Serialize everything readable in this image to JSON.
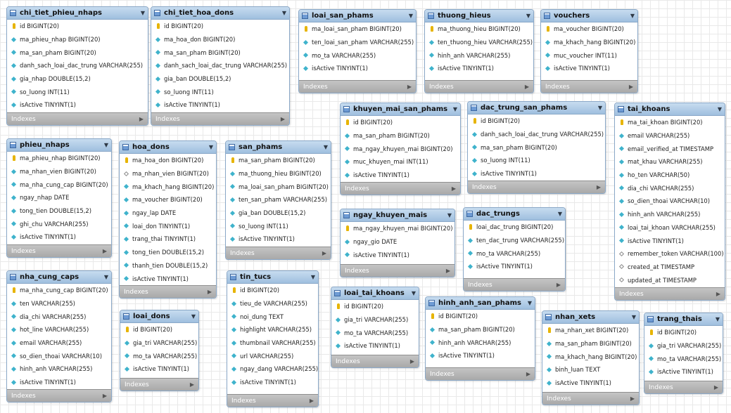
{
  "indexes_label": "Indexes",
  "tables": [
    {
      "name": "chi_tiet_phieu_nhaps",
      "columns": [
        {
          "text": "id BIGINT(20)",
          "icon": "primary-key"
        },
        {
          "text": "ma_phieu_nhap BIGINT(20)",
          "icon": "column"
        },
        {
          "text": "ma_san_pham BIGINT(20)",
          "icon": "column"
        },
        {
          "text": "danh_sach_loai_dac_trung VARCHAR(255)",
          "icon": "column"
        },
        {
          "text": "gia_nhap DOUBLE(15,2)",
          "icon": "column"
        },
        {
          "text": "so_luong INT(11)",
          "icon": "column"
        },
        {
          "text": "isActive TINYINT(1)",
          "icon": "column"
        }
      ]
    },
    {
      "name": "chi_tiet_hoa_dons",
      "columns": [
        {
          "text": "id BIGINT(20)",
          "icon": "primary-key"
        },
        {
          "text": "ma_hoa_don BIGINT(20)",
          "icon": "column"
        },
        {
          "text": "ma_san_pham BIGINT(20)",
          "icon": "column"
        },
        {
          "text": "danh_sach_loai_dac_trung VARCHAR(255)",
          "icon": "column"
        },
        {
          "text": "gia_ban DOUBLE(15,2)",
          "icon": "column"
        },
        {
          "text": "so_luong INT(11)",
          "icon": "column"
        },
        {
          "text": "isActive TINYINT(1)",
          "icon": "column"
        }
      ]
    },
    {
      "name": "loai_san_phams",
      "columns": [
        {
          "text": "ma_loai_san_pham BIGINT(20)",
          "icon": "primary-key"
        },
        {
          "text": "ten_loai_san_pham VARCHAR(255)",
          "icon": "column"
        },
        {
          "text": "mo_ta VARCHAR(255)",
          "icon": "column"
        },
        {
          "text": "isActive TINYINT(1)",
          "icon": "column"
        }
      ]
    },
    {
      "name": "thuong_hieus",
      "columns": [
        {
          "text": "ma_thuong_hieu BIGINT(20)",
          "icon": "primary-key"
        },
        {
          "text": "ten_thuong_hieu VARCHAR(255)",
          "icon": "column"
        },
        {
          "text": "hinh_anh VARCHAR(255)",
          "icon": "column"
        },
        {
          "text": "isActive TINYINT(1)",
          "icon": "column"
        }
      ]
    },
    {
      "name": "vouchers",
      "columns": [
        {
          "text": "ma_voucher BIGINT(20)",
          "icon": "primary-key"
        },
        {
          "text": "ma_khach_hang BIGINT(20)",
          "icon": "column"
        },
        {
          "text": "muc_voucher INT(11)",
          "icon": "column"
        },
        {
          "text": "isActive TINYINT(1)",
          "icon": "column"
        }
      ]
    },
    {
      "name": "khuyen_mai_san_phams",
      "columns": [
        {
          "text": "id BIGINT(20)",
          "icon": "primary-key"
        },
        {
          "text": "ma_san_pham BIGINT(20)",
          "icon": "column"
        },
        {
          "text": "ma_ngay_khuyen_mai BIGINT(20)",
          "icon": "column"
        },
        {
          "text": "muc_khuyen_mai INT(11)",
          "icon": "column"
        },
        {
          "text": "isActive TINYINT(1)",
          "icon": "column"
        }
      ]
    },
    {
      "name": "dac_trung_san_phams",
      "columns": [
        {
          "text": "id BIGINT(20)",
          "icon": "primary-key"
        },
        {
          "text": "danh_sach_loai_dac_trung VARCHAR(255)",
          "icon": "column"
        },
        {
          "text": "ma_san_pham BIGINT(20)",
          "icon": "column"
        },
        {
          "text": "so_luong INT(11)",
          "icon": "column"
        },
        {
          "text": "isActive TINYINT(1)",
          "icon": "column"
        }
      ]
    },
    {
      "name": "tai_khoans",
      "columns": [
        {
          "text": "ma_tai_khoan BIGINT(20)",
          "icon": "primary-key"
        },
        {
          "text": "email VARCHAR(255)",
          "icon": "column"
        },
        {
          "text": "email_verified_at TIMESTAMP",
          "icon": "column"
        },
        {
          "text": "mat_khau VARCHAR(255)",
          "icon": "column"
        },
        {
          "text": "ho_ten VARCHAR(50)",
          "icon": "column"
        },
        {
          "text": "dia_chi VARCHAR(255)",
          "icon": "column"
        },
        {
          "text": "so_dien_thoai VARCHAR(10)",
          "icon": "column"
        },
        {
          "text": "hinh_anh VARCHAR(255)",
          "icon": "column"
        },
        {
          "text": "loai_tai_khoan VARCHAR(255)",
          "icon": "column"
        },
        {
          "text": "isActive TINYINT(1)",
          "icon": "column"
        },
        {
          "text": "remember_token VARCHAR(100)",
          "icon": "nullable"
        },
        {
          "text": "created_at TIMESTAMP",
          "icon": "nullable"
        },
        {
          "text": "updated_at TIMESTAMP",
          "icon": "nullable"
        }
      ]
    },
    {
      "name": "phieu_nhaps",
      "columns": [
        {
          "text": "ma_phieu_nhap BIGINT(20)",
          "icon": "primary-key"
        },
        {
          "text": "ma_nhan_vien BIGINT(20)",
          "icon": "column"
        },
        {
          "text": "ma_nha_cung_cap BIGINT(20)",
          "icon": "column"
        },
        {
          "text": "ngay_nhap DATE",
          "icon": "column"
        },
        {
          "text": "tong_tien DOUBLE(15,2)",
          "icon": "column"
        },
        {
          "text": "ghi_chu VARCHAR(255)",
          "icon": "column"
        },
        {
          "text": "isActive TINYINT(1)",
          "icon": "column"
        }
      ]
    },
    {
      "name": "hoa_dons",
      "columns": [
        {
          "text": "ma_hoa_don BIGINT(20)",
          "icon": "primary-key"
        },
        {
          "text": "ma_nhan_vien BIGINT(20)",
          "icon": "nullable"
        },
        {
          "text": "ma_khach_hang BIGINT(20)",
          "icon": "column"
        },
        {
          "text": "ma_voucher BIGINT(20)",
          "icon": "column"
        },
        {
          "text": "ngay_lap DATE",
          "icon": "column"
        },
        {
          "text": "loai_don TINYINT(1)",
          "icon": "column"
        },
        {
          "text": "trang_thai TINYINT(1)",
          "icon": "column"
        },
        {
          "text": "tong_tien DOUBLE(15,2)",
          "icon": "column"
        },
        {
          "text": "thanh_tien DOUBLE(15,2)",
          "icon": "column"
        },
        {
          "text": "isActive TINYINT(1)",
          "icon": "column"
        }
      ]
    },
    {
      "name": "san_phams",
      "columns": [
        {
          "text": "ma_san_pham BIGINT(20)",
          "icon": "primary-key"
        },
        {
          "text": "ma_thuong_hieu BIGINT(20)",
          "icon": "column"
        },
        {
          "text": "ma_loai_san_pham BIGINT(20)",
          "icon": "column"
        },
        {
          "text": "ten_san_pham VARCHAR(255)",
          "icon": "column"
        },
        {
          "text": "gia_ban DOUBLE(15,2)",
          "icon": "column"
        },
        {
          "text": "so_luong INT(11)",
          "icon": "column"
        },
        {
          "text": "isActive TINYINT(1)",
          "icon": "column"
        }
      ]
    },
    {
      "name": "ngay_khuyen_mais",
      "columns": [
        {
          "text": "ma_ngay_khuyen_mai BIGINT(20)",
          "icon": "primary-key"
        },
        {
          "text": "ngay_gio DATE",
          "icon": "column"
        },
        {
          "text": "isActive TINYINT(1)",
          "icon": "column"
        }
      ]
    },
    {
      "name": "dac_trungs",
      "columns": [
        {
          "text": "loai_dac_trung BIGINT(20)",
          "icon": "primary-key"
        },
        {
          "text": "ten_dac_trung VARCHAR(255)",
          "icon": "column"
        },
        {
          "text": "mo_ta VARCHAR(255)",
          "icon": "column"
        },
        {
          "text": "isActive TINYINT(1)",
          "icon": "column"
        }
      ]
    },
    {
      "name": "nha_cung_caps",
      "columns": [
        {
          "text": "ma_nha_cung_cap BIGINT(20)",
          "icon": "primary-key"
        },
        {
          "text": "ten VARCHAR(255)",
          "icon": "column"
        },
        {
          "text": "dia_chi VARCHAR(255)",
          "icon": "column"
        },
        {
          "text": "hot_line VARCHAR(255)",
          "icon": "column"
        },
        {
          "text": "email VARCHAR(255)",
          "icon": "column"
        },
        {
          "text": "so_dien_thoai VARCHAR(10)",
          "icon": "column"
        },
        {
          "text": "hinh_anh VARCHAR(255)",
          "icon": "column"
        },
        {
          "text": "isActive TINYINT(1)",
          "icon": "column"
        }
      ]
    },
    {
      "name": "loai_dons",
      "columns": [
        {
          "text": "id BIGINT(20)",
          "icon": "primary-key"
        },
        {
          "text": "gia_tri VARCHAR(255)",
          "icon": "column"
        },
        {
          "text": "mo_ta VARCHAR(255)",
          "icon": "column"
        },
        {
          "text": "isActive TINYINT(1)",
          "icon": "column"
        }
      ]
    },
    {
      "name": "tin_tucs",
      "columns": [
        {
          "text": "id BIGINT(20)",
          "icon": "primary-key"
        },
        {
          "text": "tieu_de VARCHAR(255)",
          "icon": "column"
        },
        {
          "text": "noi_dung TEXT",
          "icon": "column"
        },
        {
          "text": "highlight VARCHAR(255)",
          "icon": "column"
        },
        {
          "text": "thumbnail VARCHAR(255)",
          "icon": "column"
        },
        {
          "text": "url VARCHAR(255)",
          "icon": "column"
        },
        {
          "text": "ngay_dang VARCHAR(255)",
          "icon": "column"
        },
        {
          "text": "isActive TINYINT(1)",
          "icon": "column"
        }
      ]
    },
    {
      "name": "loai_tai_khoans",
      "columns": [
        {
          "text": "id BIGINT(20)",
          "icon": "primary-key"
        },
        {
          "text": "gia_tri VARCHAR(255)",
          "icon": "column"
        },
        {
          "text": "mo_ta VARCHAR(255)",
          "icon": "column"
        },
        {
          "text": "isActive TINYINT(1)",
          "icon": "column"
        }
      ]
    },
    {
      "name": "hinh_anh_san_phams",
      "columns": [
        {
          "text": "id BIGINT(20)",
          "icon": "primary-key"
        },
        {
          "text": "ma_san_pham BIGINT(20)",
          "icon": "column"
        },
        {
          "text": "hinh_anh VARCHAR(255)",
          "icon": "column"
        },
        {
          "text": "isActive TINYINT(1)",
          "icon": "column"
        }
      ]
    },
    {
      "name": "nhan_xets",
      "columns": [
        {
          "text": "ma_nhan_xet BIGINT(20)",
          "icon": "primary-key"
        },
        {
          "text": "ma_san_pham BIGINT(20)",
          "icon": "column"
        },
        {
          "text": "ma_khach_hang BIGINT(20)",
          "icon": "column"
        },
        {
          "text": "binh_luan TEXT",
          "icon": "column"
        },
        {
          "text": "isActive TINYINT(1)",
          "icon": "column"
        }
      ]
    },
    {
      "name": "trang_thais",
      "columns": [
        {
          "text": "id BIGINT(20)",
          "icon": "primary-key"
        },
        {
          "text": "gia_tri VARCHAR(255)",
          "icon": "column"
        },
        {
          "text": "mo_ta VARCHAR(255)",
          "icon": "column"
        },
        {
          "text": "isActive TINYINT(1)",
          "icon": "column"
        }
      ]
    }
  ]
}
